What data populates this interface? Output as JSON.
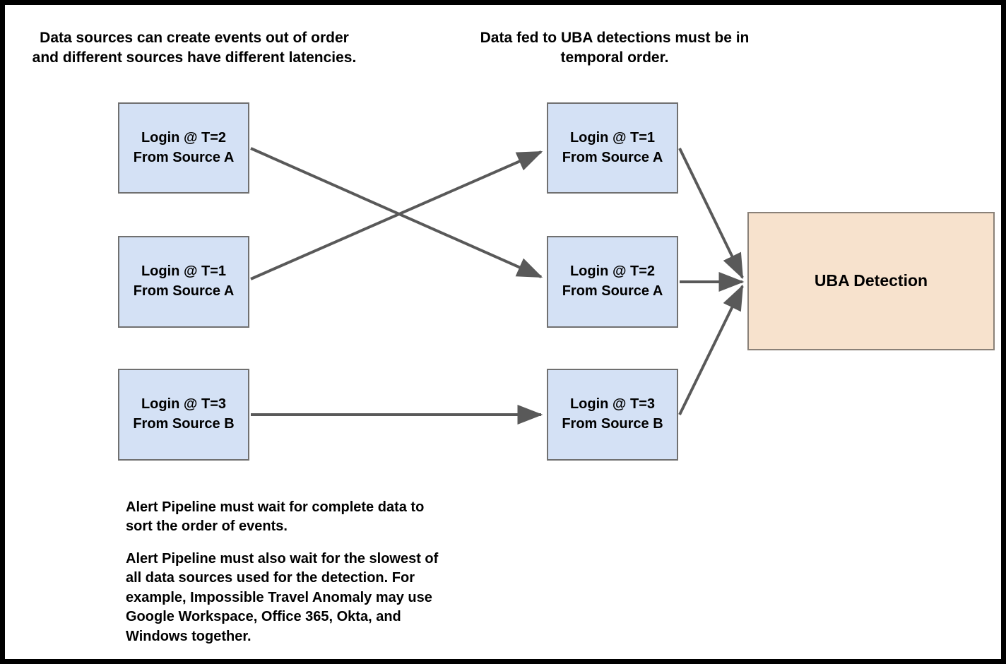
{
  "diagram": {
    "title_left": "Data sources can create events out of order\nand different sources have different latencies.",
    "title_right": "Data fed to UBA detections must be in\ntemporal order.",
    "colors": {
      "event_fill": "#d4e1f5",
      "event_stroke": "#707070",
      "detection_fill": "#f7e2cd",
      "detection_stroke": "#8a8178",
      "edge": "#595959",
      "frame": "#000000",
      "text": "#000000"
    },
    "left_column": [
      {
        "label": "Login @ T=2\nFrom Source A",
        "time": 2,
        "source": "A"
      },
      {
        "label": "Login @ T=1\nFrom Source A",
        "time": 1,
        "source": "A"
      },
      {
        "label": "Login @ T=3\nFrom Source B",
        "time": 3,
        "source": "B"
      }
    ],
    "right_column": [
      {
        "label": "Login @ T=1\nFrom Source A",
        "time": 1,
        "source": "A"
      },
      {
        "label": "Login @ T=2\nFrom Source A",
        "time": 2,
        "source": "A"
      },
      {
        "label": "Login @ T=3\nFrom Source B",
        "time": 3,
        "source": "B"
      }
    ],
    "detection": {
      "label": "UBA Detection"
    },
    "notes": [
      "Alert Pipeline must wait for complete data to\nsort the order of events.",
      "Alert Pipeline must also wait for the slowest of\nall data sources used for the detection. For\nexample, Impossible Travel Anomaly may use\nGoogle Workspace, Office 365, Okta, and\nWindows together."
    ],
    "edges": [
      {
        "from": "node-left-0",
        "to": "node-right-1",
        "kind": "diagonal-down"
      },
      {
        "from": "node-left-1",
        "to": "node-right-0",
        "kind": "diagonal-up"
      },
      {
        "from": "node-left-2",
        "to": "node-right-2",
        "kind": "horizontal"
      },
      {
        "from": "node-right-0",
        "to": "node-detection",
        "kind": "diagonal-down"
      },
      {
        "from": "node-right-1",
        "to": "node-detection",
        "kind": "horizontal"
      },
      {
        "from": "node-right-2",
        "to": "node-detection",
        "kind": "diagonal-up"
      }
    ]
  }
}
